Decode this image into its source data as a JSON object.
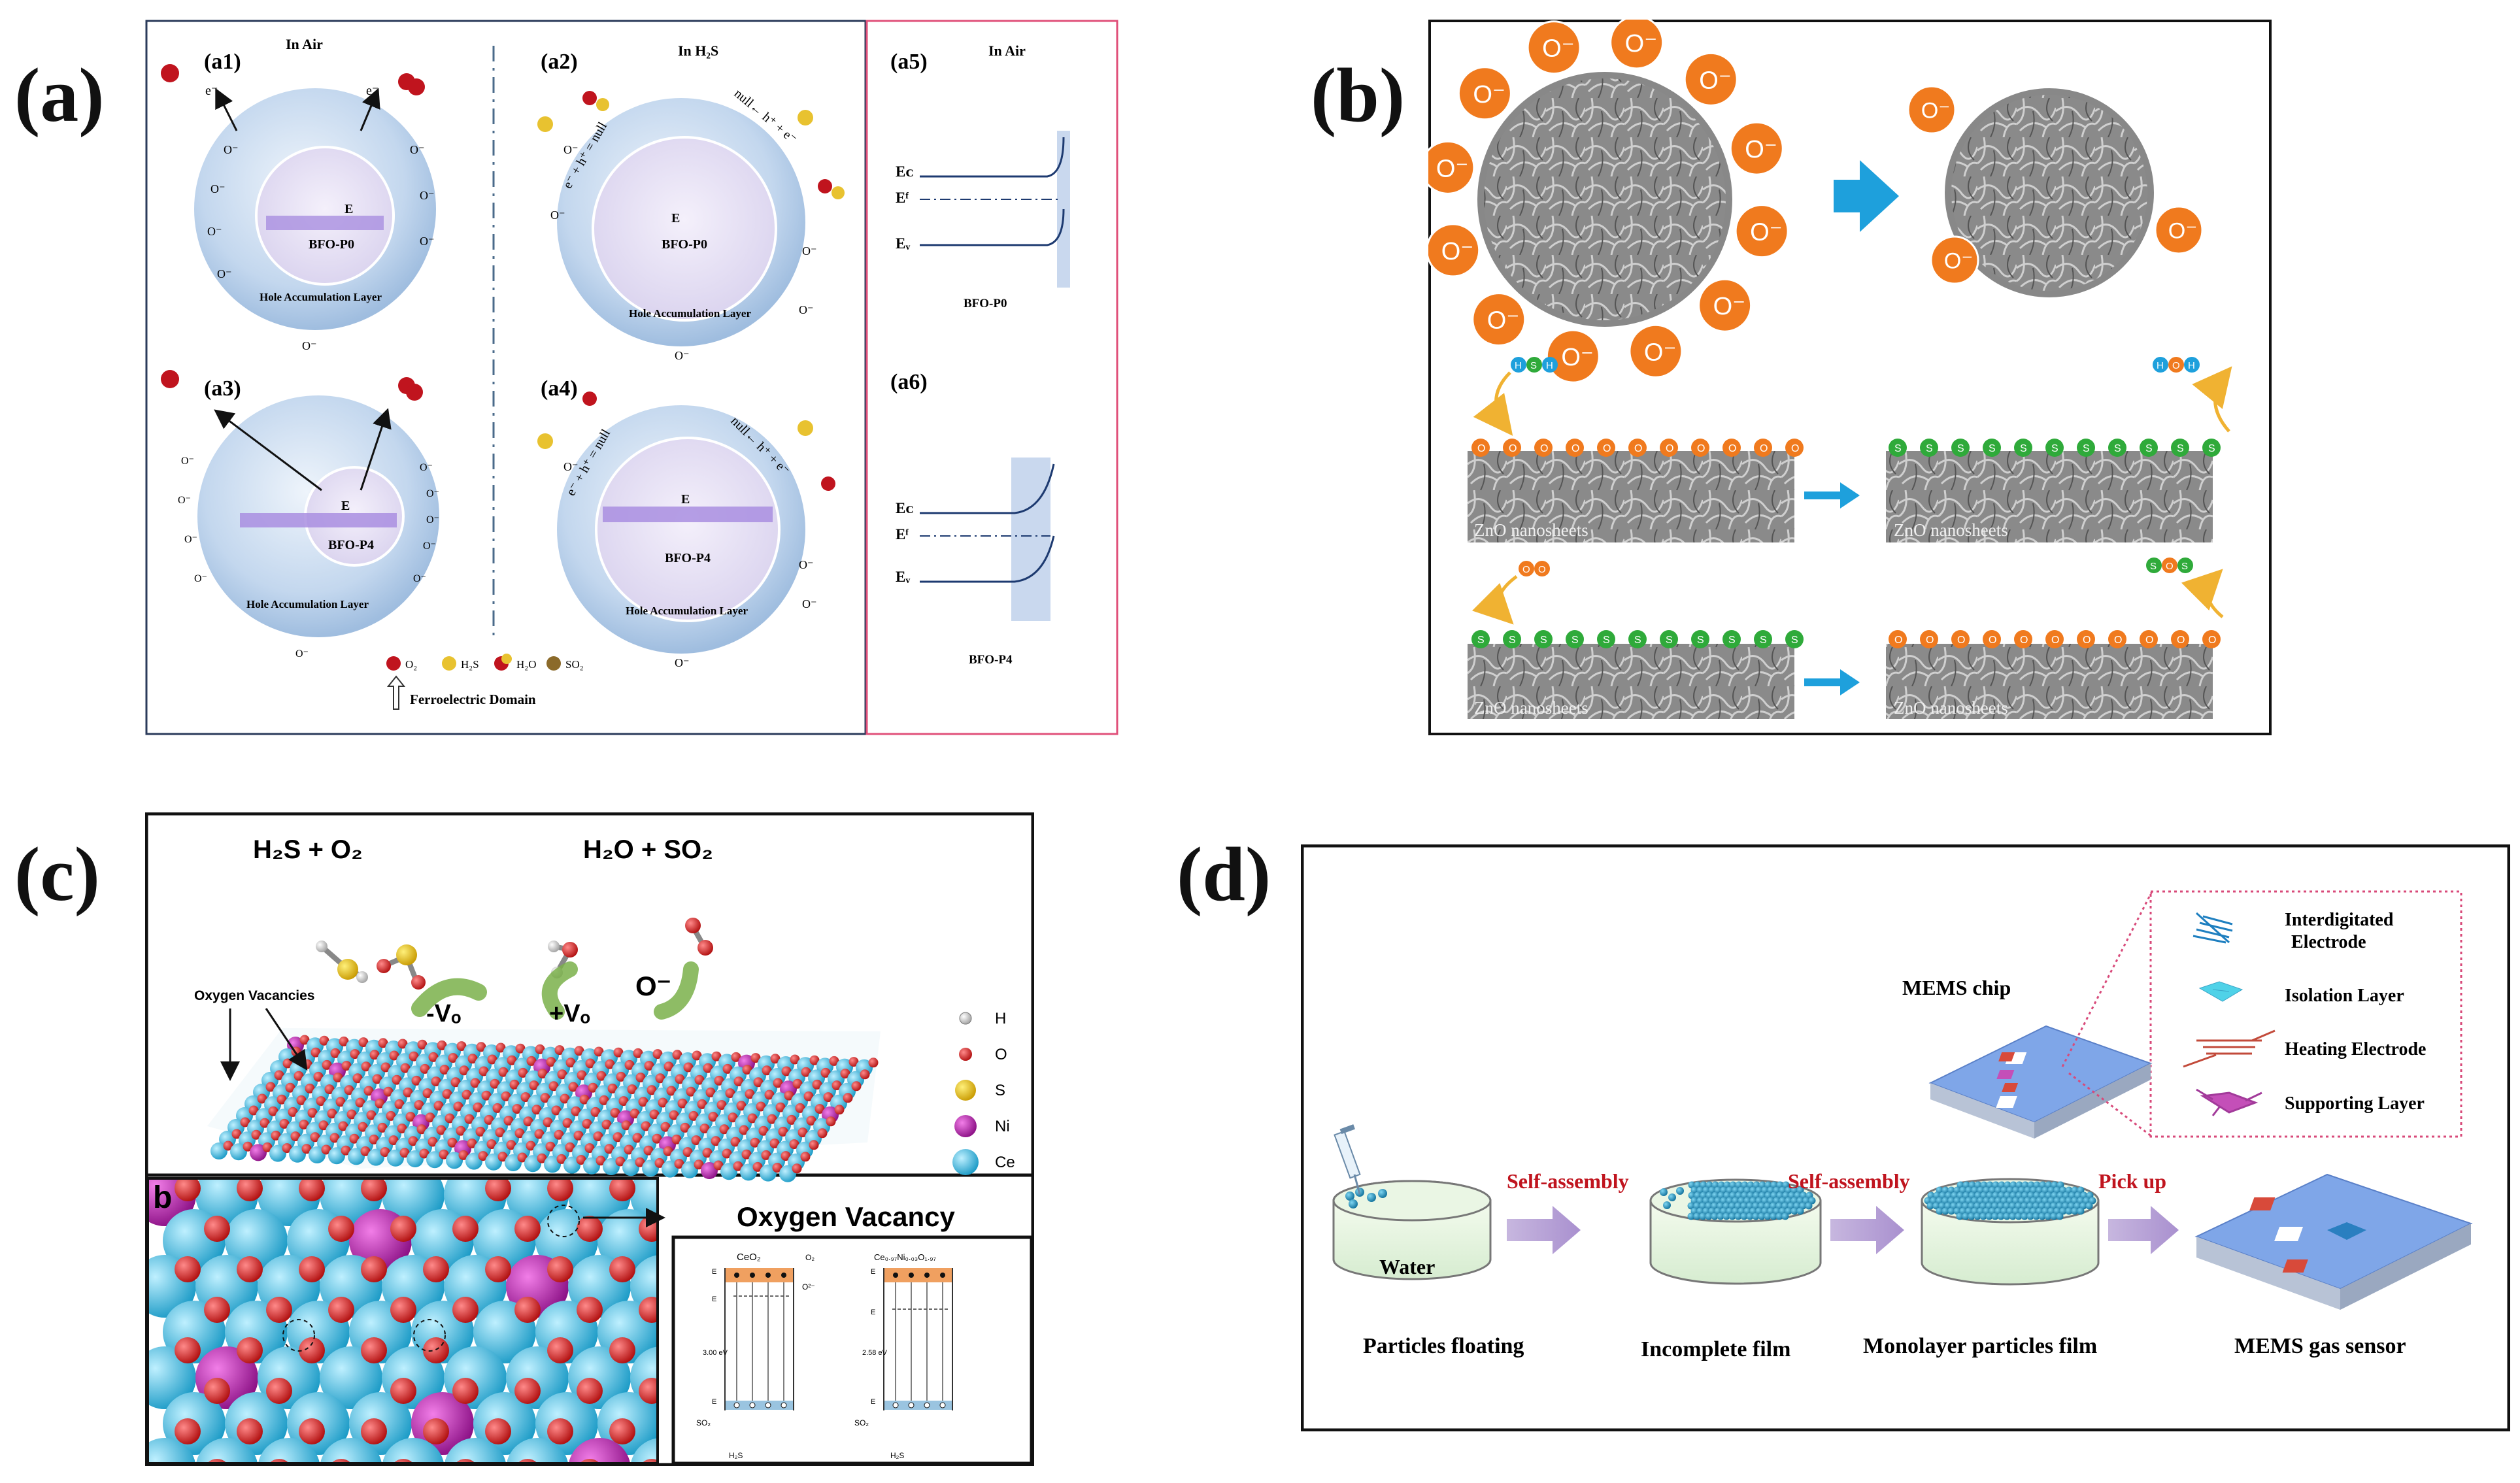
{
  "panels": {
    "a": {
      "label": "(a)"
    },
    "b": {
      "label": "(b)"
    },
    "c": {
      "label": "(c)"
    },
    "d": {
      "label": "(d)"
    }
  },
  "a": {
    "header_left": "In Air",
    "header_mid": "In H₂S",
    "header_right": "In Air",
    "sub": [
      "(a1)",
      "(a2)",
      "(a3)",
      "(a4)",
      "(a5)",
      "(a6)"
    ],
    "core_p0": "BFO-P0",
    "core_p4": "BFO-P4",
    "field": "E",
    "hal": "Hole  Accumulation  Layer",
    "null_eq": "e⁻ + h⁺ = null",
    "null_eq2": "null← h⁺ + e⁻",
    "ion": "O⁻",
    "elec": "e⁻",
    "legend": [
      "O₂",
      "H₂S",
      "H₂O",
      "SO₂"
    ],
    "domain_legend": "Ferroelectric Domain",
    "band_labels": [
      "Eᴄ",
      "Eᶠ",
      "Eᵥ"
    ],
    "band_p0": "BFO-P0",
    "band_p4": "BFO-P4"
  },
  "b": {
    "ion": "O⁻",
    "strip_label": "ZnO nanosheets",
    "mol_h2s": [
      "H",
      "S",
      "H"
    ],
    "mol_h2o": [
      "H",
      "O",
      "H"
    ],
    "mol_o2": [
      "O",
      "O"
    ],
    "mol_so2": [
      "S",
      "O",
      "S"
    ],
    "o": "O",
    "s": "S"
  },
  "c": {
    "eq_left": "H₂S  +  O₂",
    "eq_right": "H₂O   +   SO₂",
    "vacancies": "Oxygen Vacancies",
    "minus_v": "-Vₒ",
    "plus_v": "+Vₒ",
    "o_minus": "O⁻",
    "legend": [
      "H",
      "O",
      "S",
      "Ni",
      "Ce"
    ],
    "inset_label": "b",
    "oxygen_vacancy": "Oxygen Vacancy",
    "band_left_title": "CeO₂",
    "band_right_title": "Ce₀.₉₇Ni₀.₀₃O₁.₉₇",
    "gap_left": "3.00 eV",
    "gap_right": "2.58 eV",
    "so2": "SO₂",
    "h2s": "H₂S",
    "o2": "O₂",
    "o2minus": "O²⁻"
  },
  "d": {
    "legend": [
      "Interdigitated",
      "Electrode",
      "Isolation Layer",
      "Heating Electrode",
      "Supporting Layer"
    ],
    "mems_chip": "MEMS chip",
    "water": "Water",
    "steps": [
      "Self-assembly",
      "Self-assembly",
      "Pick up"
    ],
    "captions": [
      "Particles floating",
      "Incomplete  film",
      "Monolayer particles film",
      "MEMS gas sensor"
    ]
  },
  "colors": {
    "ion_orange": "#f07a1e",
    "sulfur_green": "#2faa3a",
    "arrow_blue": "#1ea0dc",
    "ce_cyan": "#2eb4dc",
    "o_red": "#d81e1e",
    "ni_magenta": "#b01ea6",
    "step_red": "#c0141e",
    "frame_pink": "#e0507a",
    "sphere": "#bcd4ec"
  }
}
